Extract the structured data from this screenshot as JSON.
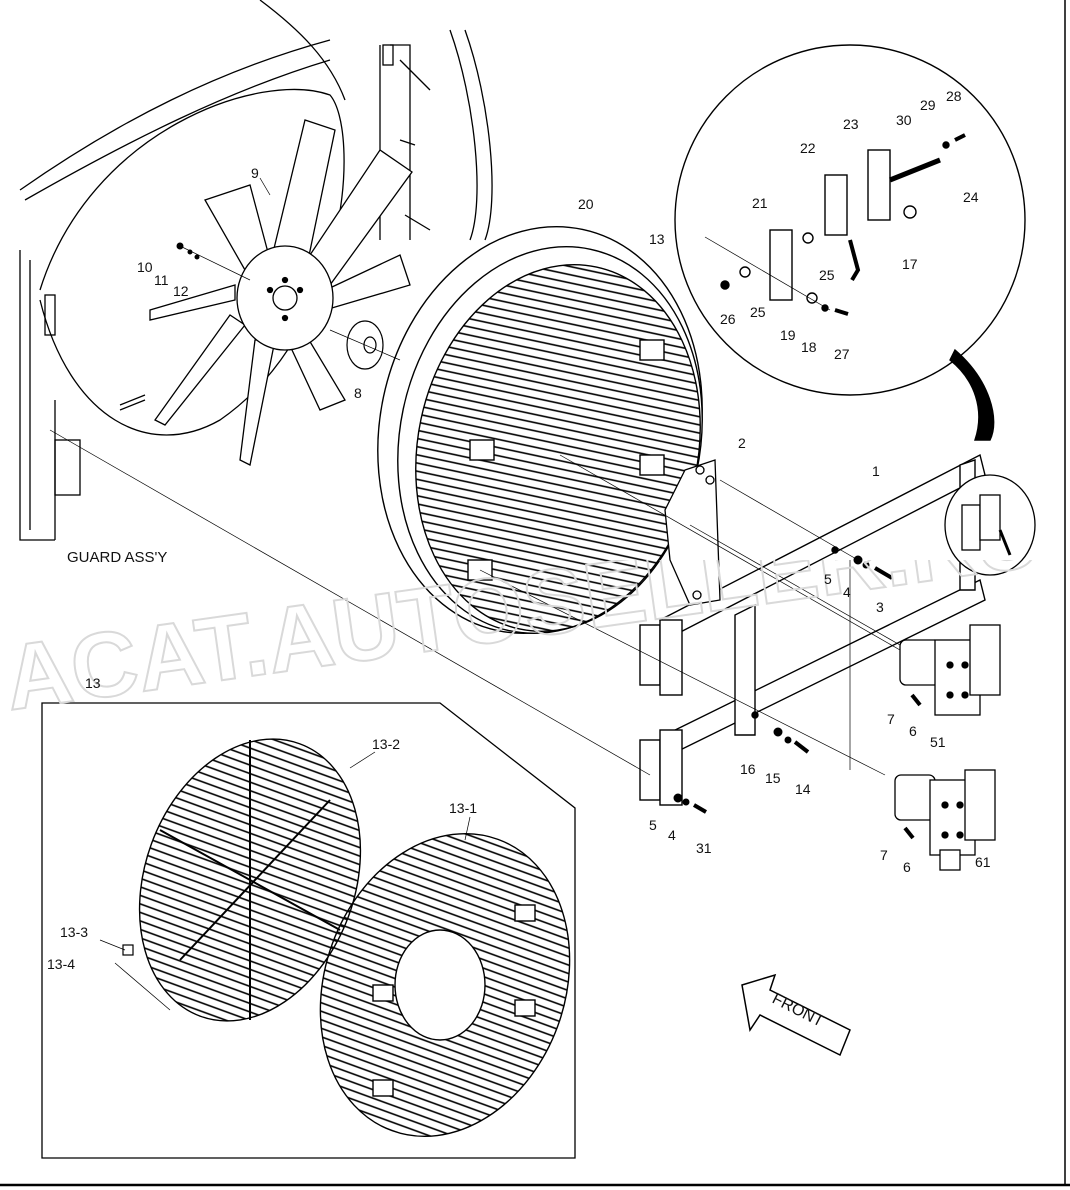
{
  "title": "GUARD ASS'Y",
  "watermark": "ACAT.AUTOSELLER.RU",
  "direction_arrow": "FRONT",
  "parts": {
    "p1": "1",
    "p2": "2",
    "p3": "3",
    "p4": "4",
    "p5": "5",
    "p6": "6",
    "p7": "7",
    "p8": "8",
    "p9": "9",
    "p10": "10",
    "p11": "11",
    "p12": "12",
    "p13": "13",
    "p14": "14",
    "p15": "15",
    "p16": "16",
    "p17": "17",
    "p18": "18",
    "p19": "19",
    "p20": "20",
    "p21": "21",
    "p22": "22",
    "p23": "23",
    "p24": "24",
    "p25": "25",
    "p26": "26",
    "p27": "27",
    "p28": "28",
    "p29": "29",
    "p30": "30",
    "p31": "31",
    "p51": "51",
    "p61": "61",
    "p13_1": "13-1",
    "p13_2": "13-2",
    "p13_3": "13-3",
    "p13_4": "13-4"
  }
}
